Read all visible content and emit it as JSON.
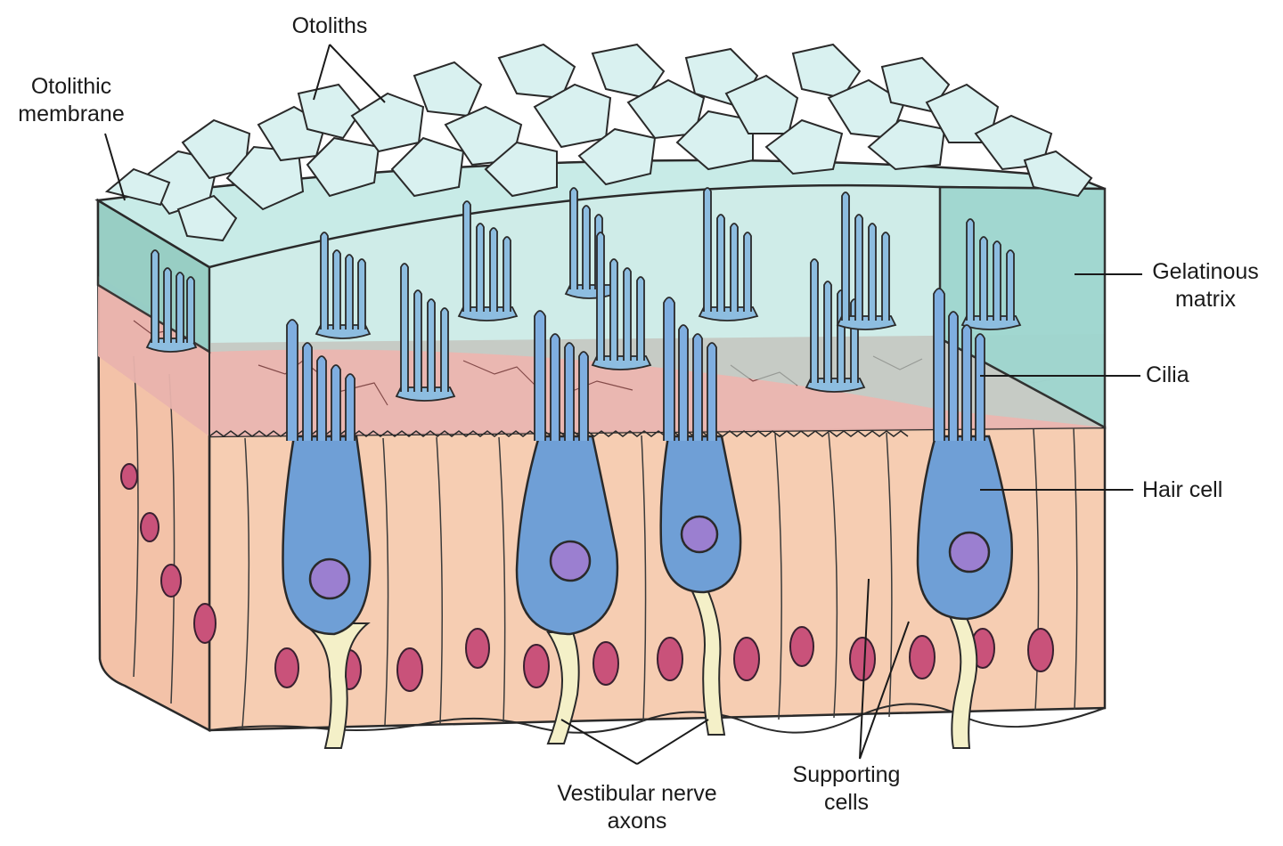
{
  "labels": {
    "otoliths": "Otoliths",
    "otolithic_membrane": "Otolithic\nmembrane",
    "gelatinous_matrix": "Gelatinous\nmatrix",
    "cilia": "Cilia",
    "hair_cell": "Hair cell",
    "supporting_cells": "Supporting\ncells",
    "vestibular_nerve_axons": "Vestibular nerve\naxons"
  },
  "colors": {
    "otolith_fill": "#d9f1f0",
    "gel_front": "#a8dcd6",
    "gel_top": "#c8ebe7",
    "pink_layer": "#e9b3ad",
    "supporting_cell": "#f6cdb2",
    "hair_cell": "#6f9fd6",
    "nucleus": "#9b7fd0",
    "support_nucleus": "#c9527a",
    "axon": "#f4f0c8",
    "outline": "#2a2a2a"
  }
}
